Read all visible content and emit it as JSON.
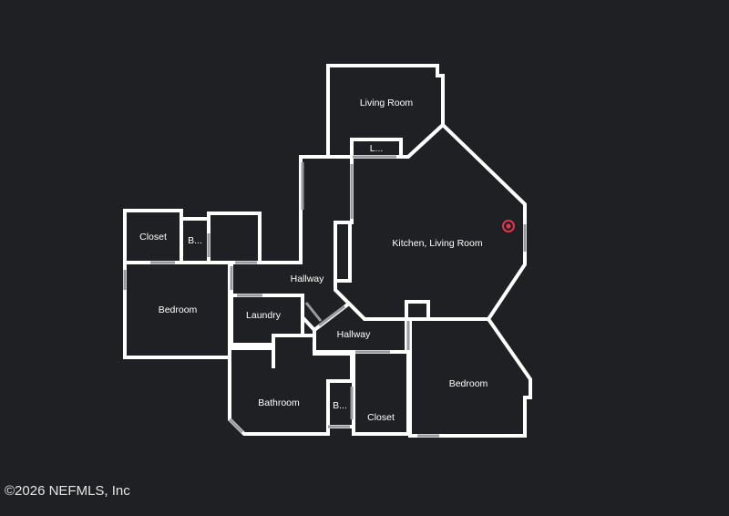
{
  "floorplan": {
    "rooms": {
      "living_room": "Living Room",
      "laundry_small": "L...",
      "kitchen_living": "Kitchen, Living Room",
      "closet_left": "Closet",
      "bath_small_left": "B...",
      "hallway_upper": "Hallway",
      "bedroom_left": "Bedroom",
      "laundry": "Laundry",
      "hallway_lower": "Hallway",
      "bedroom_right": "Bedroom",
      "bathroom": "Bathroom",
      "bath_small_bottom": "B...",
      "closet_bottom": "Closet"
    },
    "marker_icon": "location-target-icon",
    "marker_color": "#e0354b"
  },
  "footer": {
    "copyright": "©2026 NEFMLS, Inc"
  }
}
